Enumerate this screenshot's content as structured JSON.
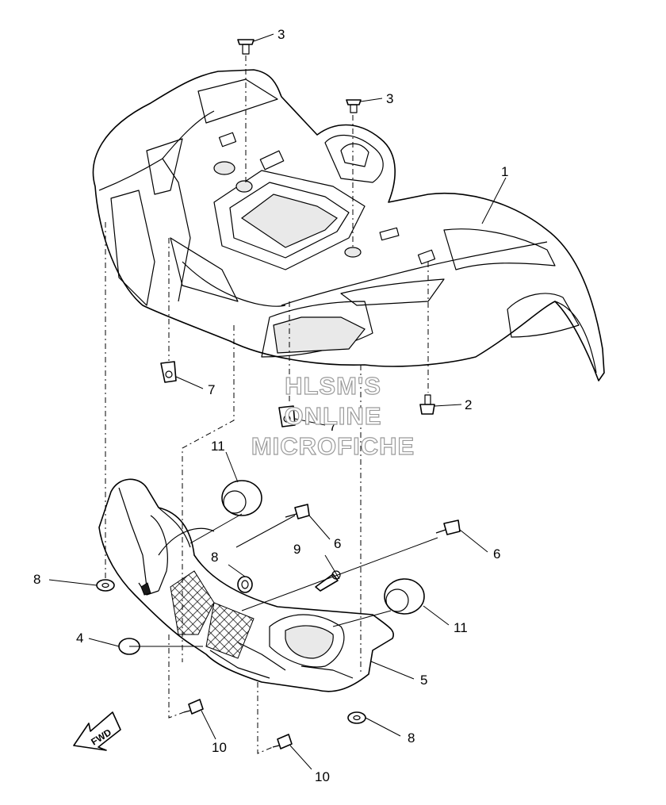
{
  "callouts": {
    "c1": "1",
    "c2": "2",
    "c3a": "3",
    "c3b": "3",
    "c4": "4",
    "c5": "5",
    "c6a": "6",
    "c6b": "6",
    "c7a": "7",
    "c7b": "7",
    "c8a": "8",
    "c8b": "8",
    "c8c": "8",
    "c9": "9",
    "c10a": "10",
    "c10b": "10",
    "c11a": "11",
    "c11b": "11"
  },
  "watermark": {
    "line1": "HLSM'S",
    "line2": "ONLINE",
    "line3": "MICROFICHE"
  },
  "direction_badge": "FWD"
}
